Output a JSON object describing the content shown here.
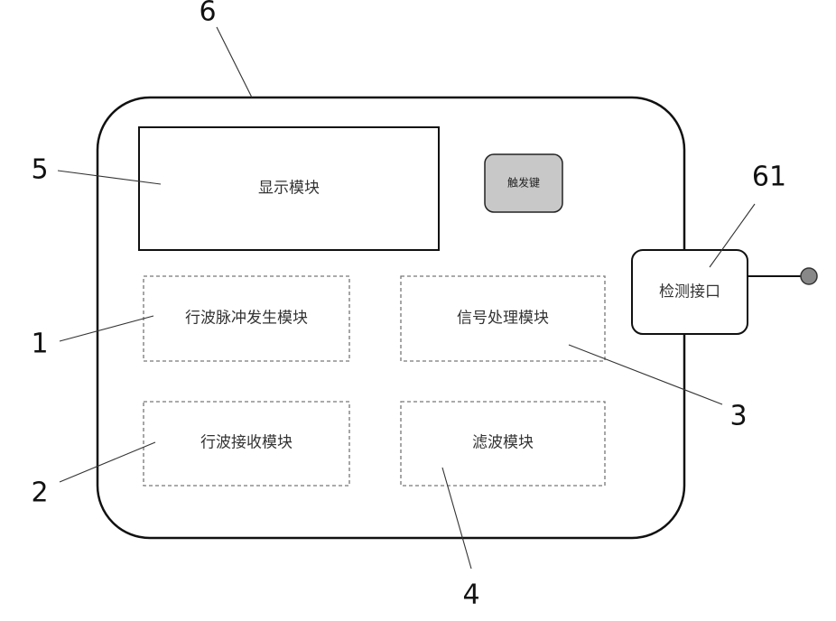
{
  "device": {
    "display_module": "显示模块",
    "touch_button": "触发键",
    "pulse_generator_module": "行波脉冲发生模块",
    "signal_processing_module": "信号处理模块",
    "receiver_module": "行波接收模块",
    "filter_module": "滤波模块",
    "detection_interface": "检测接口"
  },
  "callouts": {
    "n1": "1",
    "n2": "2",
    "n3": "3",
    "n4": "4",
    "n5": "5",
    "n6": "6",
    "n61": "61"
  }
}
